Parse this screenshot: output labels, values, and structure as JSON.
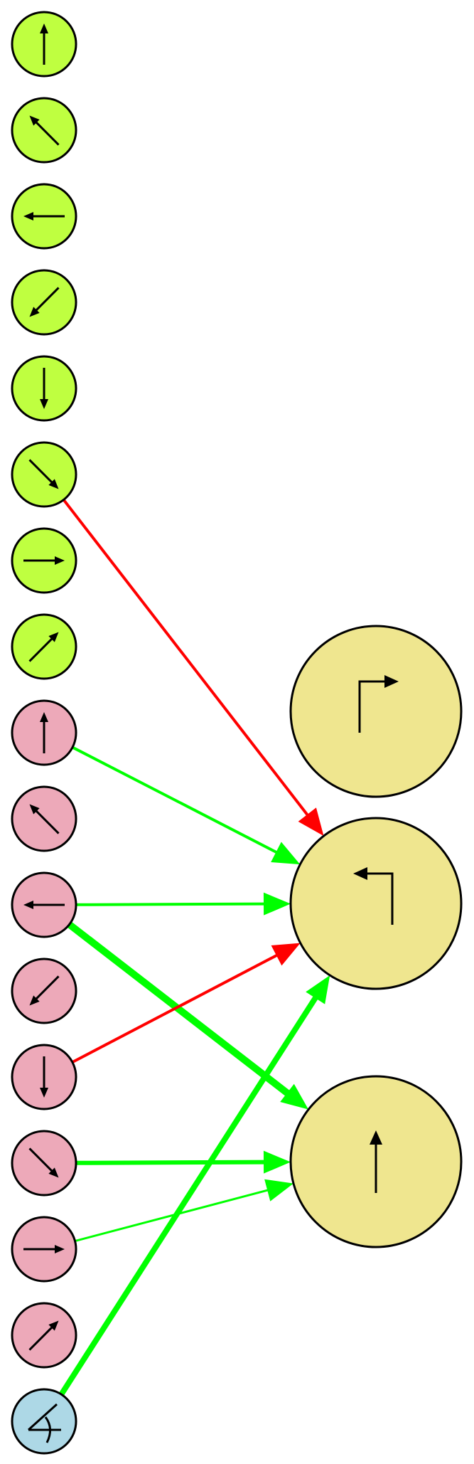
{
  "colors": {
    "green_input": "#bfff40",
    "pink_input": "#eda9b9",
    "blue_input": "#add8e6",
    "output": "#efe68f",
    "edge_positive": "#00ff00",
    "edge_negative": "#ff0000"
  },
  "diagram": {
    "input_nodes": [
      {
        "id": "g-up",
        "group": "green",
        "icon": "arrow-up-icon"
      },
      {
        "id": "g-upleft",
        "group": "green",
        "icon": "arrow-up-left-icon"
      },
      {
        "id": "g-left",
        "group": "green",
        "icon": "arrow-left-icon"
      },
      {
        "id": "g-downleft",
        "group": "green",
        "icon": "arrow-down-left-icon"
      },
      {
        "id": "g-down",
        "group": "green",
        "icon": "arrow-down-icon"
      },
      {
        "id": "g-downright",
        "group": "green",
        "icon": "arrow-down-right-icon"
      },
      {
        "id": "g-right",
        "group": "green",
        "icon": "arrow-right-icon"
      },
      {
        "id": "g-upright",
        "group": "green",
        "icon": "arrow-up-right-icon"
      },
      {
        "id": "p-up",
        "group": "pink",
        "icon": "arrow-up-icon"
      },
      {
        "id": "p-upleft",
        "group": "pink",
        "icon": "arrow-up-left-icon"
      },
      {
        "id": "p-left",
        "group": "pink",
        "icon": "arrow-left-icon"
      },
      {
        "id": "p-downleft",
        "group": "pink",
        "icon": "arrow-down-left-icon"
      },
      {
        "id": "p-down",
        "group": "pink",
        "icon": "arrow-down-icon"
      },
      {
        "id": "p-downright",
        "group": "pink",
        "icon": "arrow-down-right-icon"
      },
      {
        "id": "p-right",
        "group": "pink",
        "icon": "arrow-right-icon"
      },
      {
        "id": "p-upright",
        "group": "pink",
        "icon": "arrow-up-right-icon"
      },
      {
        "id": "b-angle",
        "group": "blue",
        "icon": "angle-icon"
      }
    ],
    "output_nodes": [
      {
        "id": "o-turn-right",
        "icon": "turn-right-icon"
      },
      {
        "id": "o-turn-left",
        "icon": "turn-left-icon"
      },
      {
        "id": "o-straight",
        "icon": "arrow-up-icon"
      }
    ],
    "edges": [
      {
        "from": "g-downright",
        "to": "o-turn-left",
        "sign": "negative",
        "weight": 2
      },
      {
        "from": "p-up",
        "to": "o-turn-left",
        "sign": "positive",
        "weight": 2
      },
      {
        "from": "p-left",
        "to": "o-turn-left",
        "sign": "positive",
        "weight": 2
      },
      {
        "from": "p-left",
        "to": "o-straight",
        "sign": "positive",
        "weight": 5
      },
      {
        "from": "p-down",
        "to": "o-turn-left",
        "sign": "negative",
        "weight": 2
      },
      {
        "from": "p-downright",
        "to": "o-straight",
        "sign": "positive",
        "weight": 3
      },
      {
        "from": "p-right",
        "to": "o-straight",
        "sign": "positive",
        "weight": 1.5
      },
      {
        "from": "b-angle",
        "to": "o-turn-left",
        "sign": "positive",
        "weight": 4
      }
    ]
  }
}
